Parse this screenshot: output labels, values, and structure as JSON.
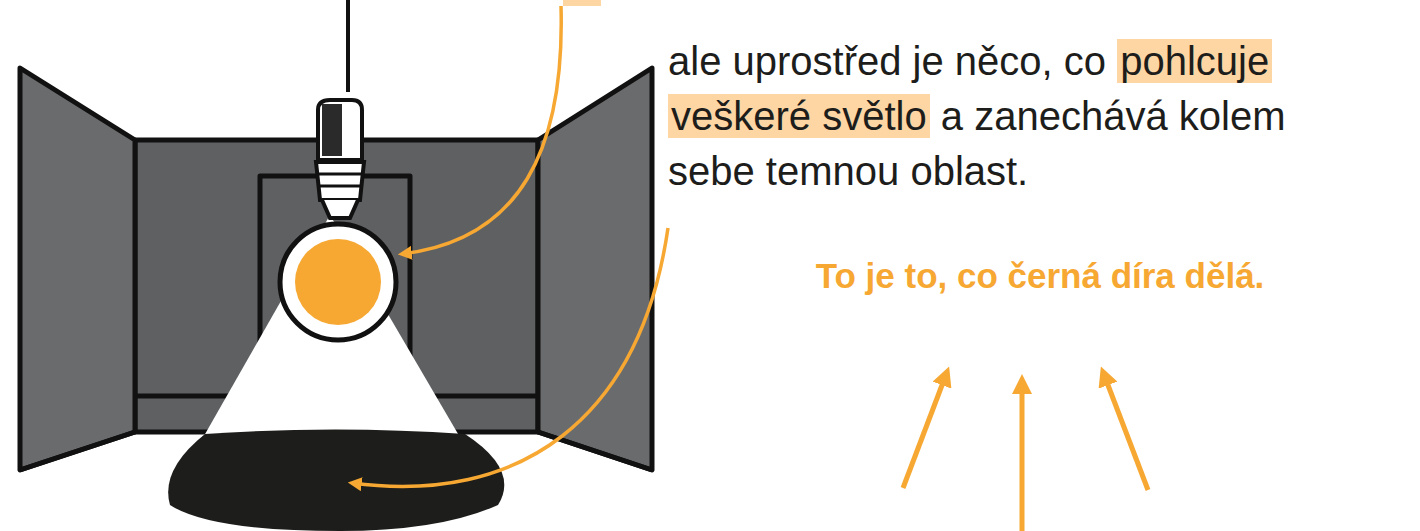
{
  "diagram": {
    "labels": [
      "ale uprostřed je něco, co",
      "pohlcuje veškeré světlo",
      "a zanechává kolem sebe temnou oblast.",
      "To je to, co černá díra dělá."
    ]
  }
}
